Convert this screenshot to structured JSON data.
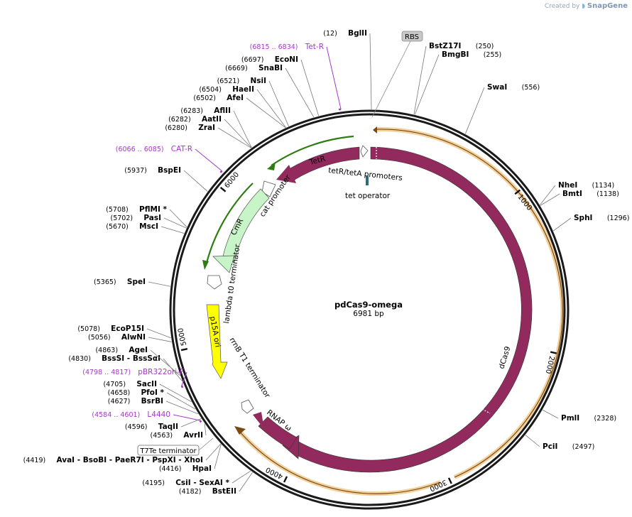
{
  "credit": {
    "prefix": "Created by",
    "brand": "SnapGene"
  },
  "plasmid": {
    "name": "pdCas9-omega",
    "size": "6981 bp"
  },
  "ticks": [
    {
      "pos": 1000,
      "label": "1000"
    },
    {
      "pos": 2000,
      "label": "2000"
    },
    {
      "pos": 3000,
      "label": "3000"
    },
    {
      "pos": 4000,
      "label": "4000"
    },
    {
      "pos": 5000,
      "label": "5000"
    },
    {
      "pos": 6000,
      "label": "6000"
    }
  ],
  "enzymes": [
    {
      "name": "BglII",
      "pos": "(12)",
      "cut": 12
    },
    {
      "name": "BstZ17I",
      "pos": "(250)",
      "cut": 250
    },
    {
      "name": "BmgBI",
      "pos": "(255)",
      "cut": 255
    },
    {
      "name": "SwaI",
      "pos": "(556)",
      "cut": 556
    },
    {
      "name": "NheI",
      "pos": "(1134)",
      "cut": 1134
    },
    {
      "name": "BmtI",
      "pos": "(1138)",
      "cut": 1138
    },
    {
      "name": "SphI",
      "pos": "(1296)",
      "cut": 1296
    },
    {
      "name": "PmlI",
      "pos": "(2328)",
      "cut": 2328
    },
    {
      "name": "PciI",
      "pos": "(2497)",
      "cut": 2497
    },
    {
      "name": "BstEII",
      "pos": "(4182)",
      "cut": 4182
    },
    {
      "name": "CsiI - SexAI *",
      "pos": "(4195)",
      "cut": 4195
    },
    {
      "name": "HpaI",
      "pos": "(4416)",
      "cut": 4416
    },
    {
      "name": "AvaI - BsoBI - PaeR7I - PspXI - XhoI",
      "pos": "(4419)",
      "cut": 4419
    },
    {
      "name": "AvrII",
      "pos": "(4563)",
      "cut": 4563
    },
    {
      "name": "TaqII",
      "pos": "(4596)",
      "cut": 4596
    },
    {
      "name": "BsrBI",
      "pos": "(4627)",
      "cut": 4627
    },
    {
      "name": "PfoI *",
      "pos": "(4658)",
      "cut": 4658
    },
    {
      "name": "SacII",
      "pos": "(4705)",
      "cut": 4705
    },
    {
      "name": "BssSI - BssSαI",
      "pos": "(4830)",
      "cut": 4830
    },
    {
      "name": "AgeI",
      "pos": "(4863)",
      "cut": 4863
    },
    {
      "name": "AlwNI",
      "pos": "(5056)",
      "cut": 5056
    },
    {
      "name": "EcoP15I",
      "pos": "(5078)",
      "cut": 5078
    },
    {
      "name": "SpeI",
      "pos": "(5365)",
      "cut": 5365
    },
    {
      "name": "MscI",
      "pos": "(5670)",
      "cut": 5670
    },
    {
      "name": "PasI",
      "pos": "(5702)",
      "cut": 5702
    },
    {
      "name": "PflMI *",
      "pos": "(5708)",
      "cut": 5708
    },
    {
      "name": "BspEI",
      "pos": "(5937)",
      "cut": 5937
    },
    {
      "name": "ZraI",
      "pos": "(6280)",
      "cut": 6280
    },
    {
      "name": "AatII",
      "pos": "(6282)",
      "cut": 6282
    },
    {
      "name": "AflII",
      "pos": "(6283)",
      "cut": 6283
    },
    {
      "name": "AfeI",
      "pos": "(6502)",
      "cut": 6502
    },
    {
      "name": "HaeII",
      "pos": "(6504)",
      "cut": 6504
    },
    {
      "name": "NsiI",
      "pos": "(6521)",
      "cut": 6521
    },
    {
      "name": "SnaBI",
      "pos": "(6669)",
      "cut": 6669
    },
    {
      "name": "EcoNI",
      "pos": "(6697)",
      "cut": 6697
    }
  ],
  "primers": [
    {
      "name": "Tet-R",
      "range": "(6815 .. 6834)",
      "site": 6825
    },
    {
      "name": "CAT-R",
      "range": "(6066 .. 6085)",
      "site": 6075
    },
    {
      "name": "pBR322ori-F",
      "range": "(4798 .. 4817)",
      "site": 4808
    },
    {
      "name": "L4440",
      "range": "(4584 .. 4601)",
      "site": 4592
    }
  ],
  "boxed_features": [
    {
      "name": "RBS"
    },
    {
      "name": "T7Te terminator"
    }
  ],
  "features": {
    "dcas9": "dCas9",
    "tetr": "TetR",
    "tet_promoters": "tetR/tetA promoters",
    "tet_operator": "tet operator",
    "cmr": "CmR",
    "cat_promoter": "cat promoter",
    "lambda_t0": "lambda t0 terminator",
    "p15a": "p15A ori",
    "rrnb": "rrnB T1 terminator",
    "rnap": "RNAP ω"
  },
  "colors": {
    "backbone": "#1a1a1a",
    "dcas9": "#922a5e",
    "orf_outline": "#e8a94a",
    "cmr": "#c8f5c8",
    "origin": "#ffff00",
    "primer": "#a339c4",
    "operator": "#2f6b79"
  }
}
